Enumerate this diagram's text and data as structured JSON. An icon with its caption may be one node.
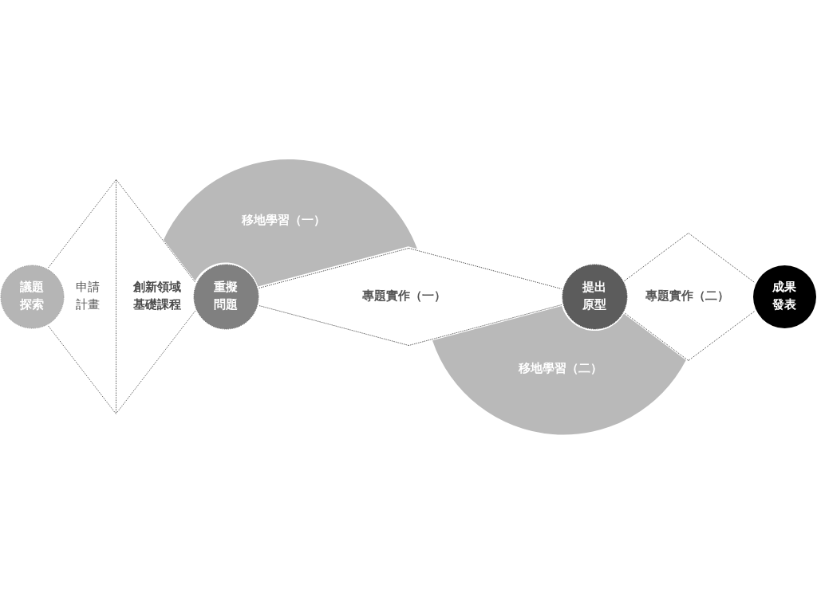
{
  "diagram": {
    "nodes": [
      {
        "text": [
          "議題探索"
        ]
      },
      {
        "text": [
          "申請計畫"
        ]
      },
      {
        "text": [
          "創新領域基礎課程"
        ]
      },
      {
        "text": [
          "移地學習（一）"
        ]
      },
      {
        "text": [
          "重擬問題"
        ]
      },
      {
        "text": [
          "專題實作（一）"
        ]
      },
      {
        "text": [
          "移地學習（二）"
        ]
      },
      {
        "text": [
          "提出原型"
        ]
      },
      {
        "text": [
          "專題實作（二）"
        ]
      },
      {
        "text": [
          "成果發表"
        ]
      }
    ]
  }
}
